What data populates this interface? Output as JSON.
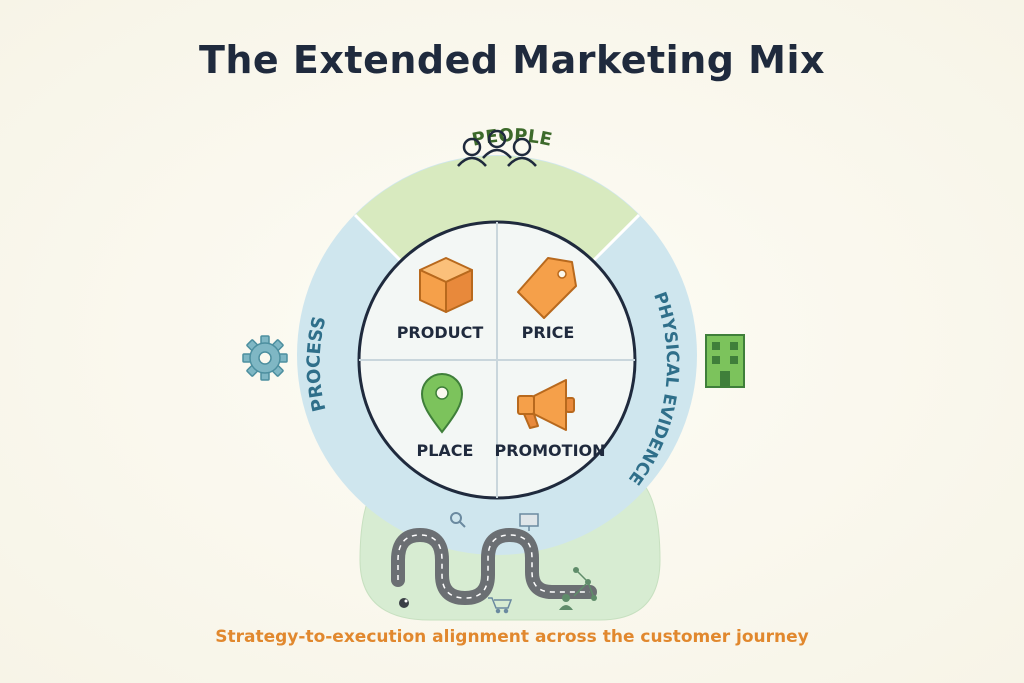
{
  "title": "The Extended Marketing Mix",
  "subtitle": "Strategy-to-execution alignment across the customer journey",
  "outer_ring": {
    "top": {
      "label": "PEOPLE",
      "color": "#d8eabf",
      "text_color": "#3d6a2b",
      "icon": "people-icon"
    },
    "left": {
      "label": "PROCESS",
      "color": "#cfe6ee",
      "text_color": "#2f6f8a",
      "icon": "gear-icon"
    },
    "right": {
      "label": "PHYSICAL EVIDENCE",
      "color": "#cfe6ee",
      "text_color": "#2f6f8a",
      "icon": "building-icon"
    },
    "bottom": {
      "color": "#d8ecd2",
      "icon": "winding-road-icon"
    }
  },
  "quadrants": [
    {
      "label": "PRODUCT",
      "icon": "box-icon"
    },
    {
      "label": "PRICE",
      "icon": "price-tag-icon"
    },
    {
      "label": "PLACE",
      "icon": "location-pin-icon"
    },
    {
      "label": "PROMOTION",
      "icon": "megaphone-icon"
    }
  ],
  "journey_icons": [
    "magnifier-icon",
    "monitor-icon",
    "cart-icon",
    "person-network-icon",
    "eye-icon"
  ],
  "colors": {
    "title": "#1f2a3d",
    "subtitle": "#e1882e",
    "icon_orange": "#f5a04a",
    "icon_green": "#7cc35c",
    "icon_teal": "#5fa7b8"
  }
}
